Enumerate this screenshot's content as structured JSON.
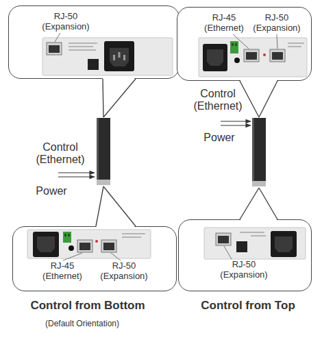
{
  "diagram": {
    "nodes": [
      {
        "text": [
          "RJ-50 (Expansion)"
        ]
      },
      {
        "text": [
          "RJ-45 (Ethernet)",
          "RJ-50 (Expansion)"
        ]
      },
      {
        "text": [
          "RJ-45 (Ethernet)",
          "RJ-50 (Expansion)"
        ]
      },
      {
        "text": [
          "RJ-50 (Expansion)"
        ]
      }
    ],
    "labels": [
      "Control (Ethernet)",
      "Power",
      "Control (Ethernet)",
      "Power",
      "Control from Bottom",
      "Control from Top",
      "(Default Orientation)"
    ]
  }
}
